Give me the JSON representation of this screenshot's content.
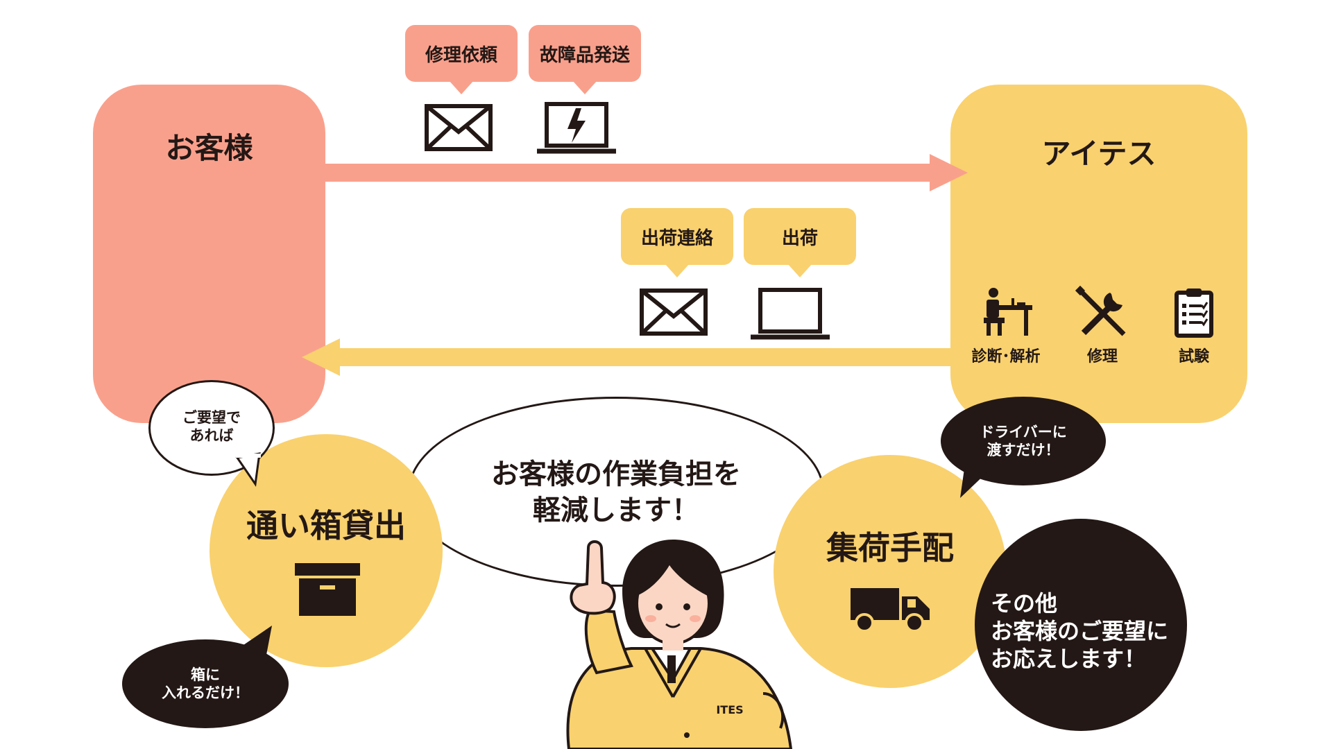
{
  "customer": {
    "title": "お客様"
  },
  "ites": {
    "title": "アイテス",
    "services": [
      {
        "label": "診断･解析",
        "icon": "desk-worker-icon"
      },
      {
        "label": "修理",
        "icon": "wrench-screwdriver-icon"
      },
      {
        "label": "試験",
        "icon": "clipboard-checklist-icon"
      }
    ]
  },
  "to_ites": {
    "tags": [
      {
        "label": "修理依頼",
        "icon": "envelope-icon"
      },
      {
        "label": "故障品発送",
        "icon": "broken-laptop-icon"
      }
    ]
  },
  "to_customer": {
    "tags": [
      {
        "label": "出荷連絡",
        "icon": "envelope-icon"
      },
      {
        "label": "出荷",
        "icon": "laptop-icon"
      }
    ]
  },
  "main_message": {
    "line1": "お客様の作業負担を",
    "line2": "軽減します！"
  },
  "box_rental": {
    "title": "通い箱貸出",
    "bubble_top": {
      "line1": "ご要望で",
      "line2": "あれば"
    },
    "bubble_bottom": {
      "line1": "箱に",
      "line2": "入れるだけ！"
    }
  },
  "pickup": {
    "title": "集荷手配",
    "bubble": {
      "line1": "ドライバーに",
      "line2": "渡すだけ！"
    }
  },
  "other": {
    "line1": "その他",
    "line2": "お客様のご要望に",
    "line3": "お応えします！"
  },
  "mascot": {
    "badge": "ITES"
  },
  "colors": {
    "pink": "#f9a08c",
    "yellow": "#f9d16e",
    "dark": "#231815",
    "skin": "#fbd6c4"
  }
}
